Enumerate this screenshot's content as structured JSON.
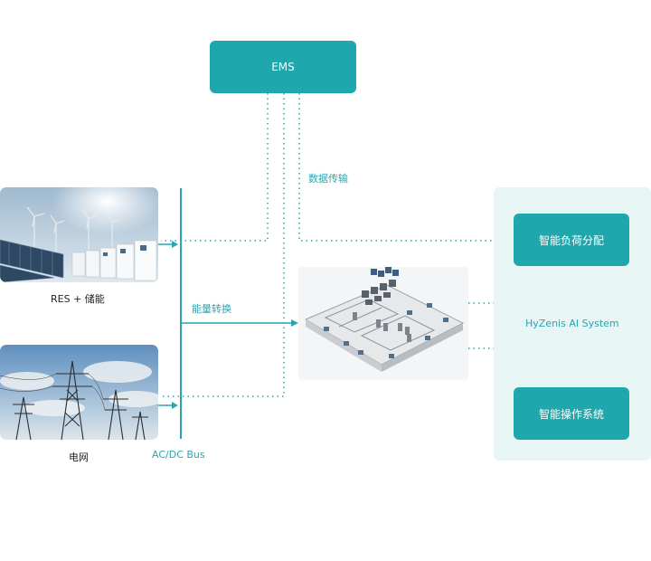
{
  "colors": {
    "accent": "#1ea8ad",
    "line": "#27a6b0",
    "panel": "#e8f5f5",
    "text_dark": "#222222"
  },
  "ems": {
    "label": "EMS"
  },
  "data_transfer_label": "数据传输",
  "energy_conversion_label": "能量转换",
  "bus_label": "AC/DC Bus",
  "sources": {
    "res": {
      "caption": "RES + 储能",
      "image": "solar-panels-wind-turbines-battery-cabinets-photo"
    },
    "grid": {
      "caption": "电网",
      "image": "power-transmission-towers-photo"
    }
  },
  "facility": {
    "image": "data-center-isometric-3d-render"
  },
  "ai_system": {
    "label": "HyZenis AI System",
    "load_box": "智能负荷分配",
    "ops_box": "智能操作系统"
  }
}
